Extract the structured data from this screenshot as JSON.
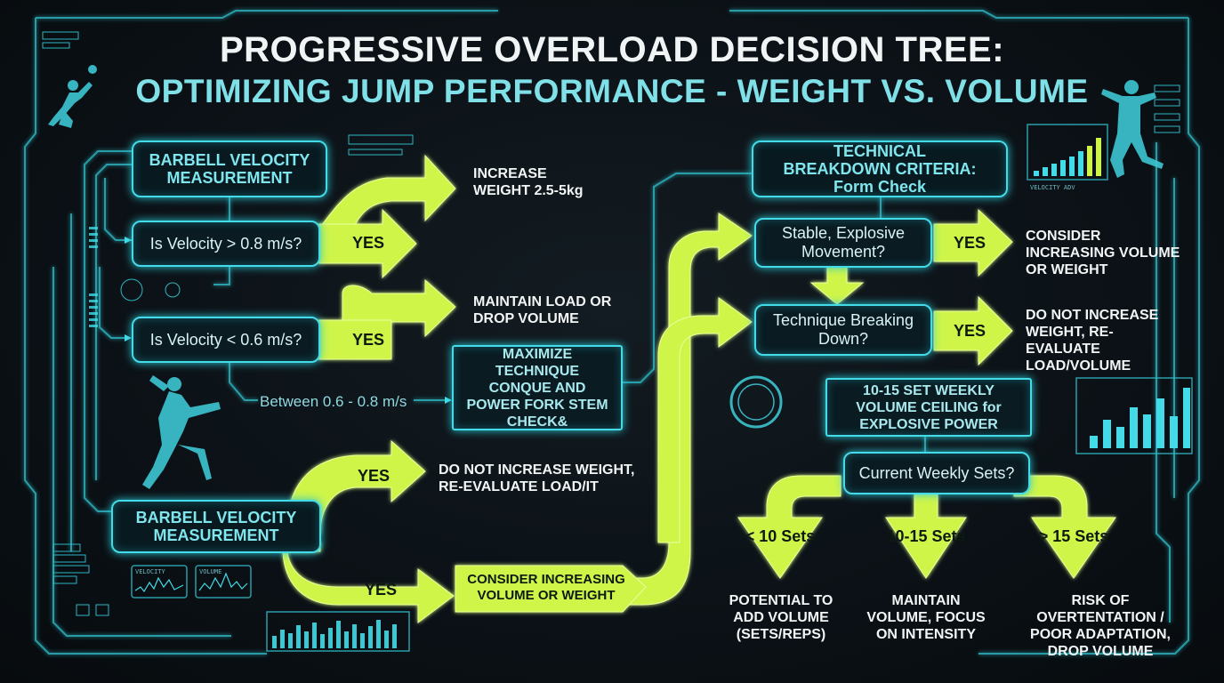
{
  "title": {
    "line1": "PROGRESSIVE OVERLOAD DECISION TREE:",
    "line2": "OPTIMIZING JUMP PERFORMANCE - WEIGHT VS. VOLUME"
  },
  "left_branch": {
    "header": "BARBELL VELOCITY MEASUREMENT",
    "q1": "Is Velocity > 0.8 m/s?",
    "q1_yes": "YES",
    "q1_result": "INCREASE WEIGHT 2.5-5kg",
    "q2": "Is Velocity < 0.6 m/s?",
    "q2_yes": "YES",
    "q2_result": "MAINTAIN LOAD OR DROP VOLUME",
    "between_label": "Between 0.6 - 0.8 m/s",
    "technique_box": "MAXIMIZE TECHNIQUE CONQUE AND POWER FORK STEM CHECK&"
  },
  "lower_left": {
    "header": "BARBELL VELOCITY MEASUREMENT",
    "yes_upper": "YES",
    "upper_result": "DO NOT INCREASE WEIGHT, RE-EVALUATE LOAD/IT",
    "yes_lower": "YES",
    "lower_result": "CONSIDER INCREASING VOLUME OR WEIGHT"
  },
  "technical": {
    "header": "TECHNICAL BREAKDOWN CRITERIA: Form Check",
    "q1": "Stable, Explosive Movement?",
    "q1_yes": "YES",
    "q1_result": "CONSIDER INCREASING VOLUME OR WEIGHT",
    "q2": "Technique Breaking Down?",
    "q2_yes": "YES",
    "q2_result": "DO NOT INCREASE WEIGHT, RE-EVALUATE LOAD/VOLUME"
  },
  "volume": {
    "header": "10-15 SET WEEKLY VOLUME CEILING for EXPLOSIVE POWER",
    "question": "Current Weekly Sets?",
    "branches": [
      {
        "label": "< 10 Sets",
        "result": "POTENTIAL TO ADD VOLUME (SETS/REPS)"
      },
      {
        "label": "10-15 Sets",
        "result": "MAINTAIN VOLUME, FOCUS ON INTENSITY"
      },
      {
        "label": "> 15 Sets",
        "result": "RISK OF OVERTENTATION / POOR ADAPTATION, DROP VOLUME"
      }
    ]
  },
  "decor": {
    "mini_chart_velocity": "VELOCITY",
    "mini_chart_volume": "VOLUME",
    "chart_caption": "VELOCITY ADV",
    "colors": {
      "accent_cyan": "#43dbe7",
      "arrow_green": "#cff549",
      "bg": "#0b1116"
    }
  }
}
